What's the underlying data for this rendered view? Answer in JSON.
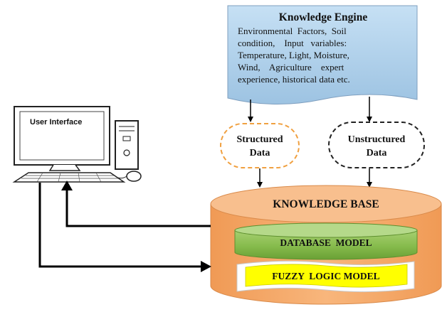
{
  "knowledge_engine": {
    "title": "Knowledge Engine",
    "lines": [
      "Environmental  Factors,  Soil",
      "condition,    Input   variables:",
      "Temperature, Light, Moisture,",
      "Wind,    Agriculture    expert",
      "experience, historical data etc."
    ]
  },
  "structured": {
    "line1": "Structured",
    "line2": "Data"
  },
  "unstructured": {
    "line1": "Unstructured",
    "line2": "Data"
  },
  "computer": {
    "screen_label": "User Interface"
  },
  "knowledge_base": {
    "title": "KNOWLEDGE BASE",
    "database_model": "DATABASE  MODEL",
    "fuzzy_logic_model": "FUZZY  LOGIC MODEL"
  },
  "colors": {
    "engine_fill_top": "#b9d8f0",
    "engine_fill_bottom": "#a2c6e4",
    "structured_border": "#f0a040",
    "unstructured_border": "#222222",
    "cylinder_orange": "#f5a86a",
    "cylinder_top": "#f8c090",
    "database_green": "#8fc159",
    "fuzzy_yellow": "#ffff00"
  },
  "icons": [
    "desktop-computer-icon",
    "monitor-icon",
    "keyboard-icon",
    "mouse-icon",
    "tower-case-icon"
  ]
}
